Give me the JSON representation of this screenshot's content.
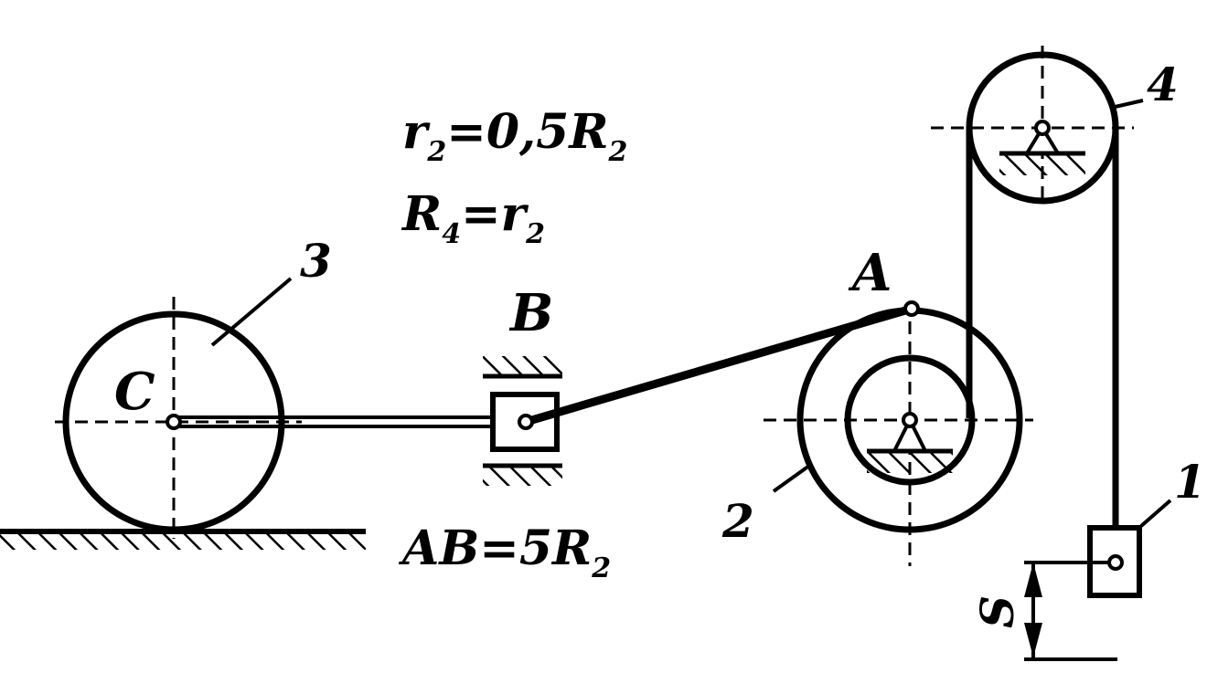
{
  "labels": {
    "wheel_3": "3",
    "wheel_2": "2",
    "pulley_4": "4",
    "load_1": "1",
    "point_c": "C",
    "point_b": "B",
    "point_a": "A",
    "displacement_s": "S"
  },
  "formulas": {
    "r2": {
      "main": "r",
      "sub": "2",
      "mid": "=0,5R",
      "sub2": "2"
    },
    "r4": {
      "main": "R",
      "sub": "4",
      "mid": "=r",
      "sub2": "2"
    },
    "ab": {
      "main": "AB=5R",
      "sub": "2"
    }
  },
  "colors": {
    "ink": "#000000",
    "paper": "#ffffff"
  }
}
